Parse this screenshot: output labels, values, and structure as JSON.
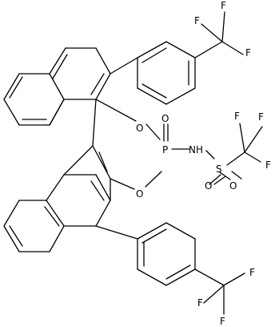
{
  "atom_labels": {
    "f1": "F",
    "f2": "F",
    "f3": "F",
    "f4": "F",
    "f5": "F",
    "f6": "F",
    "f7": "F",
    "f8": "F",
    "f9": "F",
    "o_top": "O",
    "o_bottom": "O",
    "o_double": "O",
    "p": "P",
    "nh": "NH",
    "s": "S",
    "so_1": "O",
    "so_2": "O"
  }
}
